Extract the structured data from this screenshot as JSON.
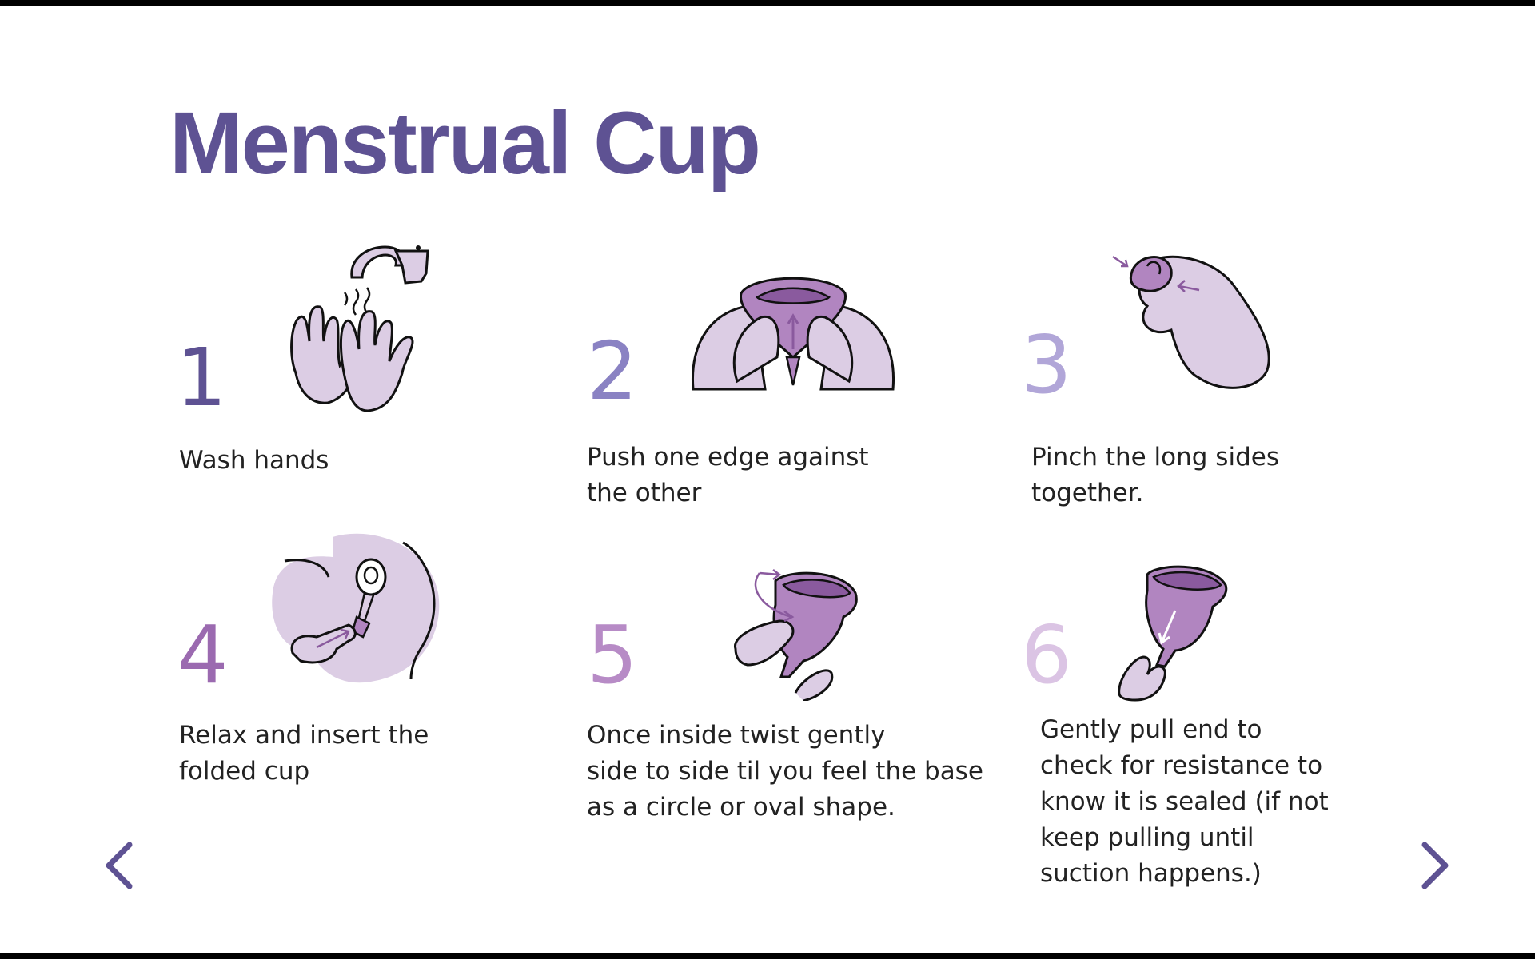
{
  "title": "Menstrual Cup",
  "colors": {
    "title": "#5e5293",
    "lavender_light": "#dccde4",
    "purple_mid": "#b185c0",
    "purple_dark": "#8a5a9e",
    "text": "#222222"
  },
  "steps": [
    {
      "number": "1",
      "number_color": "#5e5293",
      "icon": "hand-washing-illustration",
      "lines": [
        "Wash hands"
      ]
    },
    {
      "number": "2",
      "number_color": "#8a82c3",
      "icon": "fold-cup-illustration",
      "lines": [
        "Push one edge against",
        "the other"
      ]
    },
    {
      "number": "3",
      "number_color": "#b1a6d8",
      "icon": "pinch-cup-illustration",
      "lines": [
        "Pinch the long sides",
        "together."
      ]
    },
    {
      "number": "4",
      "number_color": "#9b6ab0",
      "icon": "insert-cup-illustration",
      "lines": [
        "Relax and insert the",
        "folded cup"
      ]
    },
    {
      "number": "5",
      "number_color": "#b78bc6",
      "icon": "twist-cup-illustration",
      "lines": [
        "Once inside twist gently",
        "side to side til you feel the base",
        "as a circle or oval shape."
      ]
    },
    {
      "number": "6",
      "number_color": "#dbc4e4",
      "icon": "pull-cup-illustration",
      "lines": [
        "Gently pull end to",
        "check for resistance to",
        "know it is sealed (if not",
        "keep pulling until",
        "suction happens.)"
      ]
    }
  ],
  "nav": {
    "prev_icon": "chevron-left-icon",
    "next_icon": "chevron-right-icon"
  }
}
